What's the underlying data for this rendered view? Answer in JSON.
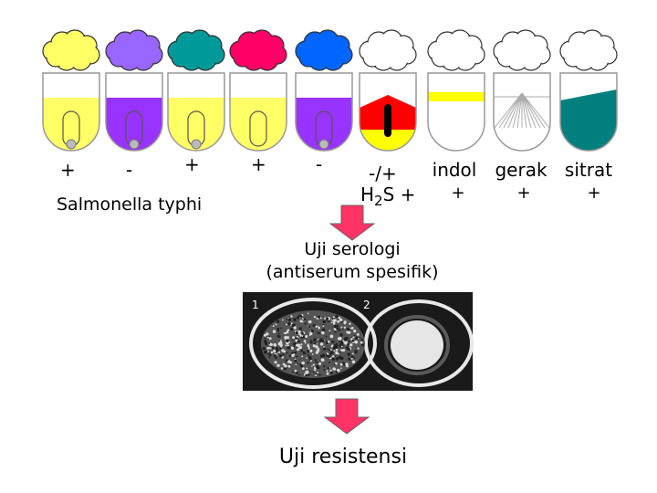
{
  "tubes": [
    {
      "cap_color": "#ffff66",
      "top_fill": "#ffffff",
      "bottom_fill": "#ffff66",
      "bubble": true,
      "result": "+"
    },
    {
      "cap_color": "#9966ff",
      "top_fill": "#ffffff",
      "bottom_fill": "#9933ff",
      "bubble": true,
      "result": "-"
    },
    {
      "cap_color": "#009999",
      "top_fill": "#ffffff",
      "bottom_fill": "#ffff66",
      "bubble": true,
      "result": "+"
    },
    {
      "cap_color": "#ff0066",
      "top_fill": "#ffffff",
      "bottom_fill": "#ffff66",
      "bubble": false,
      "result": "+"
    },
    {
      "cap_color": "#0066ff",
      "top_fill": "#ffffff",
      "bottom_fill": "#9933ff",
      "bubble": true,
      "result": "-"
    },
    {
      "cap_color": "#ffffff",
      "top_fill": "#ff0000",
      "bottom_fill": "#ffff00",
      "black_bar": true,
      "result": "-/+"
    },
    {
      "cap_color": "#ffffff",
      "top_fill": "#ffffff",
      "bottom_fill": "#ffffff",
      "yellow_band": true
    },
    {
      "cap_color": "#ffffff",
      "top_fill": "#ffffff",
      "bottom_fill": "#ffffff",
      "motility": true
    },
    {
      "cap_color": "#ffffff",
      "top_fill": "#ffffff",
      "bottom_fill": "#007f7f",
      "citrate": true
    }
  ],
  "labels": {
    "organism": "Salmonella typhi",
    "h2s_prefix": "H",
    "h2s_sub": "2",
    "h2s_suffix": "S +",
    "indol": "indol",
    "indol_result": "+",
    "gerak": "gerak",
    "gerak_result": "+",
    "sitrat": "sitrat",
    "sitrat_result": "+"
  },
  "serology": {
    "line1": "Uji serologi",
    "line2": "(antiserum spesifik)",
    "plate_label_1": "1",
    "plate_label_2": "2"
  },
  "resistance": {
    "label": "Uji resistensi"
  },
  "colors": {
    "arrow": "#ff3366",
    "tube_outline": "#999999",
    "photo_bg": "#1a1a1a"
  }
}
